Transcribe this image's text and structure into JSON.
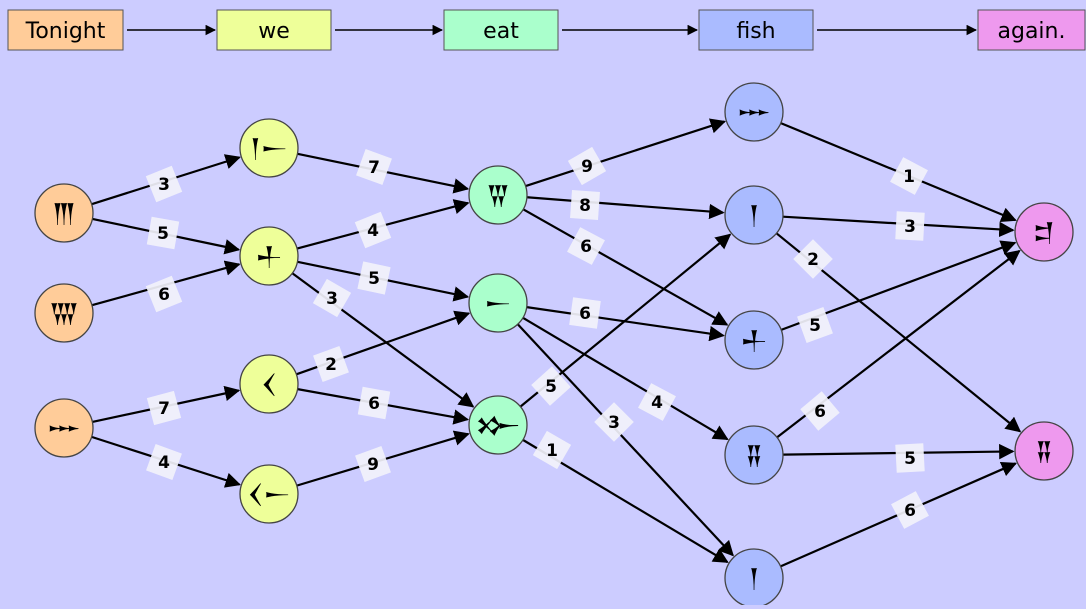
{
  "header_words": [
    {
      "id": "tonight",
      "text": "Tonight",
      "color": "#ffcc99"
    },
    {
      "id": "we",
      "text": "we",
      "color": "#eeff99"
    },
    {
      "id": "eat",
      "text": "eat",
      "color": "#aaffcc"
    },
    {
      "id": "fish",
      "text": "fish",
      "color": "#aabbff"
    },
    {
      "id": "again",
      "text": "again.",
      "color": "#ee99ee"
    }
  ],
  "glyphs": [
    "𒐈",
    "𒐌",
    "𒐁",
    "𒁹𒀸",
    "𒈦",
    "𒌋",
    "𒌋𒀸",
    "𒐊",
    "𒀸",
    "𒁍",
    "𒐁",
    "𒁹",
    "𒈦",
    "𒐉",
    "𒁹",
    "𒄑",
    "𒐉"
  ],
  "edge_weights": [
    "3",
    "5",
    "6",
    "7",
    "4",
    "7",
    "4",
    "5",
    "3",
    "2",
    "6",
    "9",
    "9",
    "8",
    "6",
    "6",
    "4",
    "3",
    "5",
    "1",
    "1",
    "3",
    "2",
    "5",
    "6",
    "5",
    "6"
  ],
  "colors": {
    "background": "#ccccff",
    "tonight": "#ffcc99",
    "we": "#eeff99",
    "eat": "#aaffcc",
    "fish": "#aabbff",
    "again": "#ee99ee"
  }
}
